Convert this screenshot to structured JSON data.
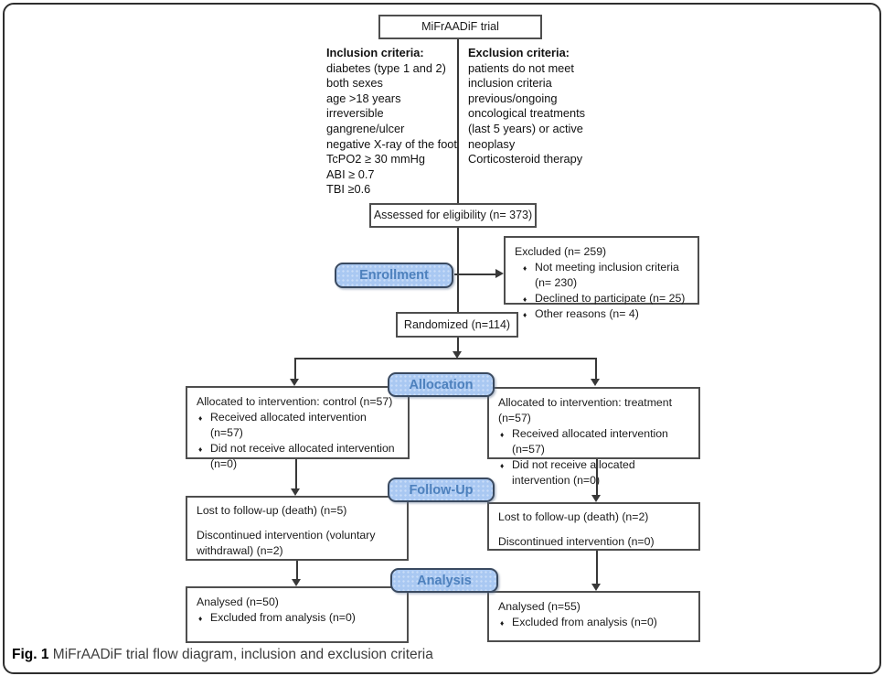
{
  "colors": {
    "label_fill": "#A9C8F2",
    "label_border": "#3A4A60",
    "label_text": "#4E81BD",
    "box_border": "#4e4e4e",
    "line": "#383838"
  },
  "title_box": {
    "text": "MiFrAADiF trial"
  },
  "criteria": {
    "inclusion": {
      "header": "Inclusion criteria:",
      "lines": [
        "diabetes (type 1 and 2)",
        "both sexes",
        "age >18 years",
        "irreversible",
        "gangrene/ulcer",
        "negative X-ray of the foot",
        "TcPO2 ≥ 30 mmHg",
        "ABI ≥ 0.7",
        "TBI ≥0.6"
      ]
    },
    "exclusion": {
      "header": "Exclusion criteria:",
      "lines": [
        "patients do not meet",
        "inclusion criteria",
        "previous/ongoing",
        "oncological treatments",
        "(last 5 years) or active",
        "neoplasy",
        "Corticosteroid therapy"
      ]
    }
  },
  "eligibility": {
    "text": "Assessed for eligibility (n= 373)"
  },
  "excluded": {
    "title": "Excluded (n= 259)",
    "bullets": [
      "Not meeting inclusion criteria (n= 230)",
      "Declined to participate (n= 25)",
      "Other reasons (n= 4)"
    ]
  },
  "stage_labels": {
    "enrollment": "Enrollment",
    "allocation": "Allocation",
    "followup": "Follow-Up",
    "analysis": "Analysis"
  },
  "randomized": {
    "text": "Randomized (n=114)"
  },
  "allocation": {
    "left": {
      "title": "Allocated to intervention: control (n=57)",
      "bullets": [
        "Received allocated intervention (n=57)",
        "Did not receive allocated intervention (n=0)"
      ]
    },
    "right": {
      "title": "Allocated to intervention: treatment (n=57)",
      "bullets": [
        "Received allocated intervention (n=57)",
        "Did not receive allocated intervention (n=0)"
      ]
    }
  },
  "followup": {
    "left": {
      "lines": [
        "Lost to follow-up (death) (n=5)",
        "Discontinued intervention (voluntary withdrawal) (n=2)"
      ]
    },
    "right": {
      "lines": [
        "Lost to follow-up (death) (n=2)",
        "Discontinued intervention (n=0)"
      ]
    }
  },
  "analysis": {
    "left": {
      "title": "Analysed (n=50)",
      "bullets": [
        "Excluded from analysis (n=0)"
      ]
    },
    "right": {
      "title": "Analysed (n=55)",
      "bullets": [
        "Excluded from analysis (n=0)"
      ]
    }
  },
  "caption": {
    "label": "Fig. 1",
    "text": "MiFrAADiF trial flow diagram, inclusion and exclusion criteria"
  }
}
